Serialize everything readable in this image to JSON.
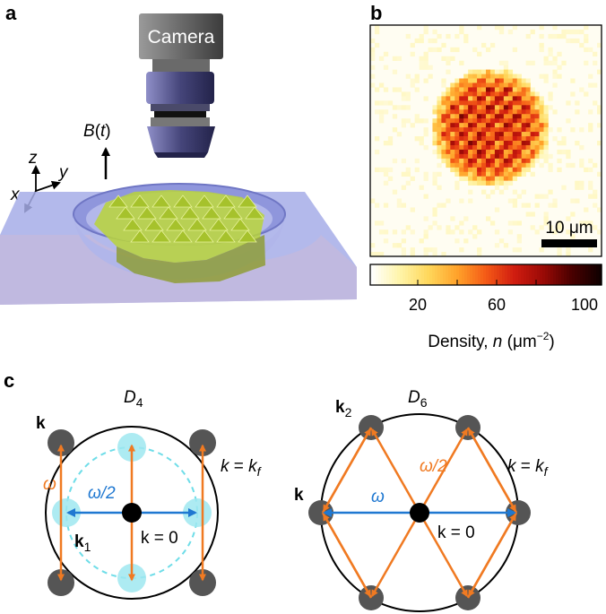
{
  "panels": {
    "a": {
      "letter": "a",
      "camera_label": "Camera",
      "field_label_main": "B",
      "field_label_open": "(",
      "field_label_var": "t",
      "field_label_close": ")",
      "axis_z": "z",
      "axis_y": "y",
      "axis_x": "x"
    },
    "b": {
      "letter": "b",
      "scalebar_label": "10 μm",
      "colorbar_ticks": [
        "20",
        "60",
        "100"
      ],
      "colorbar_label_pre": "Density, ",
      "colorbar_label_var": "n",
      "colorbar_label_unit": " (μm",
      "colorbar_label_exp": "−2",
      "colorbar_label_post": ")",
      "colormap": [
        "#ffffff",
        "#fff4a8",
        "#ffd75a",
        "#ffa22a",
        "#f45a16",
        "#d01c10",
        "#9a0a06",
        "#4a0000",
        "#100000"
      ]
    },
    "c": {
      "letter": "c",
      "left": {
        "group_main": "D",
        "group_sub": "4",
        "k_label": "k",
        "k1_main": "k",
        "k1_sub": "1",
        "omega": "ω",
        "omega_half": "ω/2",
        "k_zero": "k = 0",
        "kf_k": "k",
        "kf_eq": " = ",
        "kf_main": "k",
        "kf_sub": "f"
      },
      "right": {
        "group_main": "D",
        "group_sub": "6",
        "k_label": "k",
        "k2_main": "k",
        "k2_sub": "2",
        "omega": "ω",
        "omega_half": "ω/2",
        "k_zero": "k = 0",
        "kf_k": "k",
        "kf_eq": " = ",
        "kf_main": "k",
        "kf_sub": "f"
      }
    }
  },
  "colors": {
    "orange": "#f07a22",
    "blue": "#1f78d1",
    "cyan_disk": "#9fe8f0",
    "gray_disk": "#555555",
    "substrate": "#9ea6e6",
    "cloud": "#c4d83c"
  }
}
